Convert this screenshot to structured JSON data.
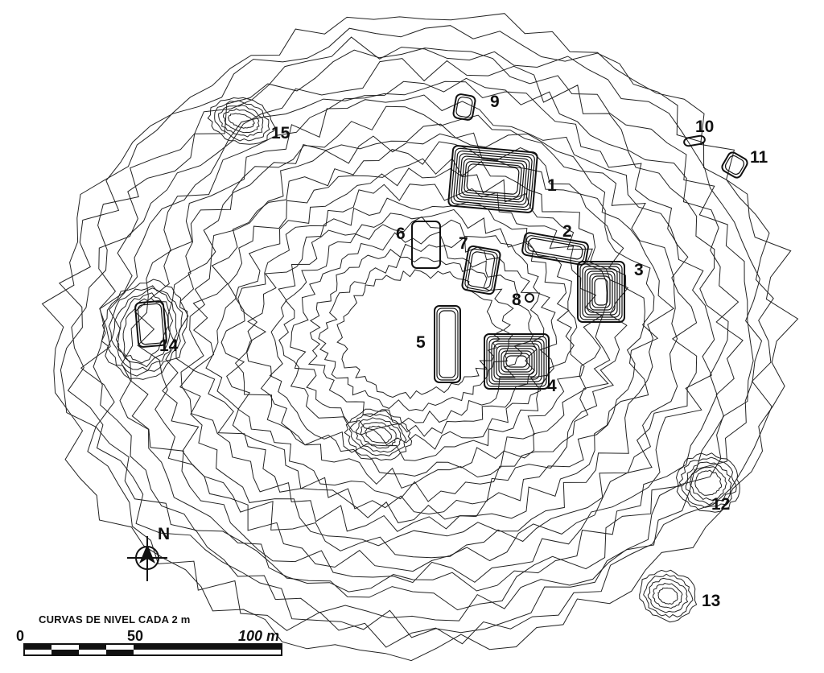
{
  "map": {
    "sites": [
      {
        "label": "1"
      },
      {
        "label": "2"
      },
      {
        "label": "3"
      },
      {
        "label": "4"
      },
      {
        "label": "5"
      },
      {
        "label": "6"
      },
      {
        "label": "7"
      },
      {
        "label": "8"
      },
      {
        "label": "9"
      },
      {
        "label": "10"
      },
      {
        "label": "11"
      },
      {
        "label": "12"
      },
      {
        "label": "13"
      },
      {
        "label": "14"
      },
      {
        "label": "15"
      }
    ],
    "north_label": "N",
    "scale": {
      "caption": "CURVAS DE NIVEL CADA 2 m",
      "ticks": [
        "0",
        "50",
        "100 m"
      ]
    },
    "colors": {
      "ink": "#111111",
      "background": "#ffffff"
    }
  }
}
